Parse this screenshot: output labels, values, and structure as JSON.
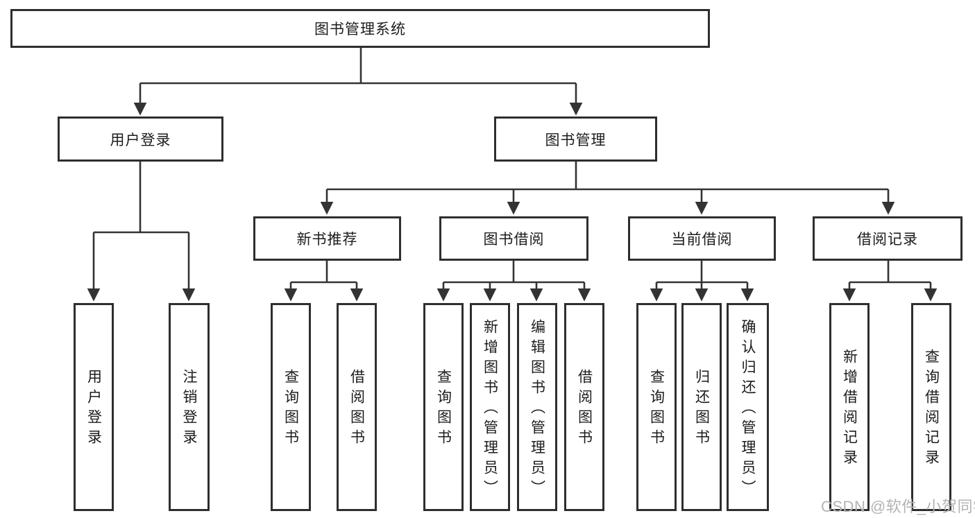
{
  "watermark": "CSDN @软件_小贺同学",
  "tree": {
    "root": {
      "label": "图书管理系统"
    },
    "branches": [
      {
        "label": "用户登录",
        "leaves": [
          {
            "label": "用户登录"
          },
          {
            "label": "注销登录"
          }
        ]
      },
      {
        "label": "图书管理",
        "groups": [
          {
            "label": "新书推荐",
            "leaves": [
              {
                "label": "查询图书"
              },
              {
                "label": "借阅图书"
              }
            ]
          },
          {
            "label": "图书借阅",
            "leaves": [
              {
                "label": "查询图书"
              },
              {
                "label": "新增图书（管理员）"
              },
              {
                "label": "编辑图书（管理员）"
              },
              {
                "label": "借阅图书"
              }
            ]
          },
          {
            "label": "当前借阅",
            "leaves": [
              {
                "label": "查询图书"
              },
              {
                "label": "归还图书"
              },
              {
                "label": "确认归还（管理员）"
              }
            ]
          },
          {
            "label": "借阅记录",
            "leaves": [
              {
                "label": "新增借阅记录"
              },
              {
                "label": "查询借阅记录"
              }
            ]
          }
        ]
      }
    ]
  },
  "colors": {
    "line": "#333333",
    "border": "#2e2e2e",
    "text": "#1c1c1c",
    "watermark": "#b3b3b3"
  }
}
